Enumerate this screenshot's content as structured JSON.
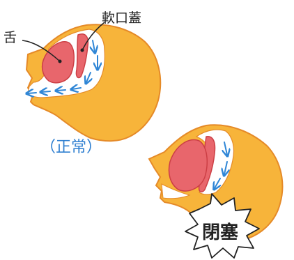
{
  "labels": {
    "tongue": "舌",
    "soft_palate": "軟口蓋",
    "normal_caption": "（正常）",
    "obstruction_caption": "閉塞"
  },
  "colors": {
    "skin": "#F7B43A",
    "skin_outline": "#E58A28",
    "tongue": "#E8666C",
    "tongue_outline": "#CC3F45",
    "airway": "#FFFFFF",
    "airflow": "#2F86D6",
    "ink": "#222222",
    "caption_blue": "#2F7FD0"
  },
  "icons": {
    "airflow_arrows": "arrow-icon",
    "callout_leader": "leader-line"
  }
}
